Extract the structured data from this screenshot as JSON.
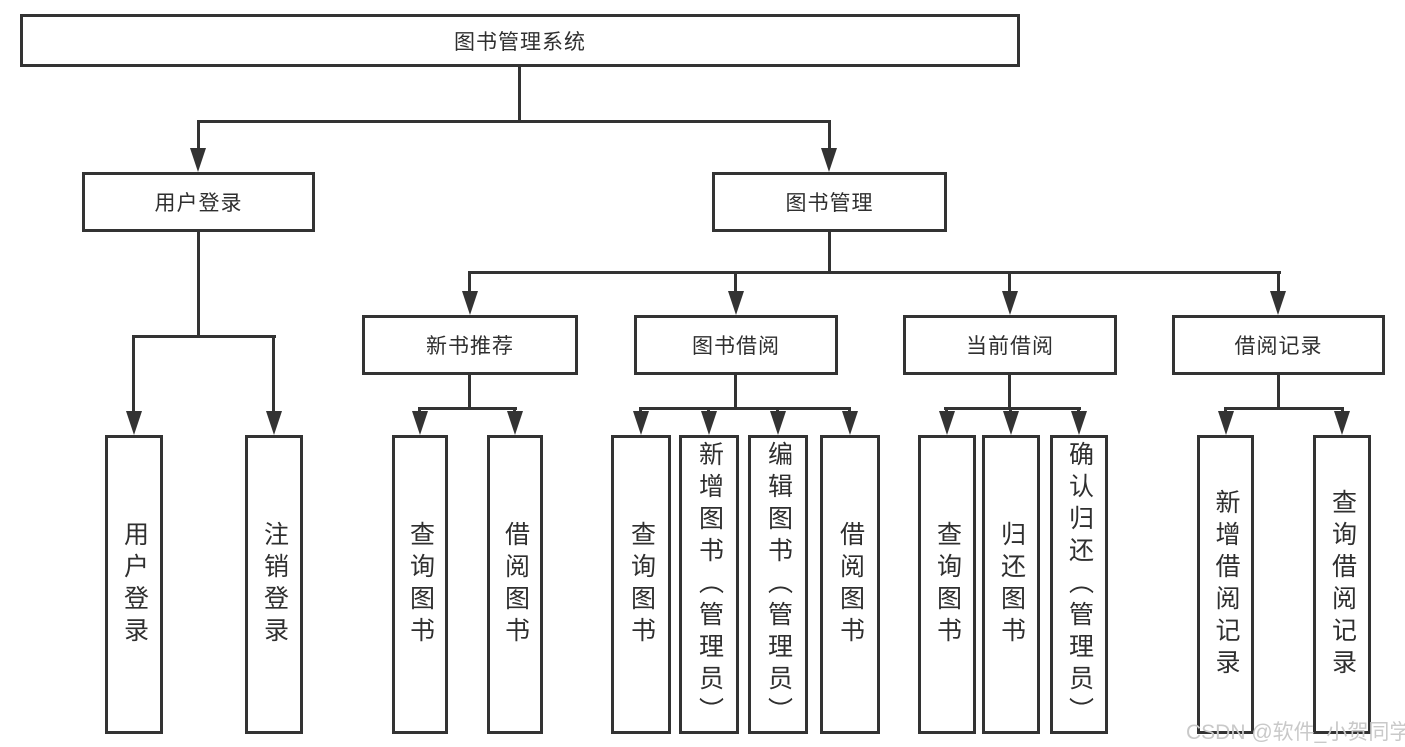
{
  "diagram_type": "functional-structure-tree",
  "nodes": {
    "root": "图书管理系统",
    "user_login": "用户登录",
    "book_mgmt": "图书管理",
    "new_book_rec": "新书推荐",
    "book_borrow": "图书借阅",
    "current_borrow": "当前借阅",
    "borrow_record": "借阅记录",
    "leaf_user_login": "用户登录",
    "leaf_logout": "注销登录",
    "leaf_query_book_a": "查询图书",
    "leaf_borrow_book_a": "借阅图书",
    "leaf_query_book_b": "查询图书",
    "leaf_add_book": "新增图书（管理员）",
    "leaf_edit_book": "编辑图书（管理员）",
    "leaf_borrow_book_b": "借阅图书",
    "leaf_query_book_c": "查询图书",
    "leaf_return_book": "归还图书",
    "leaf_confirm_return": "确认归还（管理员）",
    "leaf_add_record": "新增借阅记录",
    "leaf_query_record": "查询借阅记录"
  },
  "hierarchy": {
    "图书管理系统": {
      "用户登录": [
        "用户登录",
        "注销登录"
      ],
      "图书管理": {
        "新书推荐": [
          "查询图书",
          "借阅图书"
        ],
        "图书借阅": [
          "查询图书",
          "新增图书（管理员）",
          "编辑图书（管理员）",
          "借阅图书"
        ],
        "当前借阅": [
          "查询图书",
          "归还图书",
          "确认归还（管理员）"
        ],
        "借阅记录": [
          "新增借阅记录",
          "查询借阅记录"
        ]
      }
    }
  },
  "watermark": {
    "text": "CSDN @软件_小贺同学"
  },
  "colors": {
    "line": "#333333",
    "text": "#2f2f2f",
    "background": "#ffffff",
    "watermark": "#c9c9c9"
  }
}
